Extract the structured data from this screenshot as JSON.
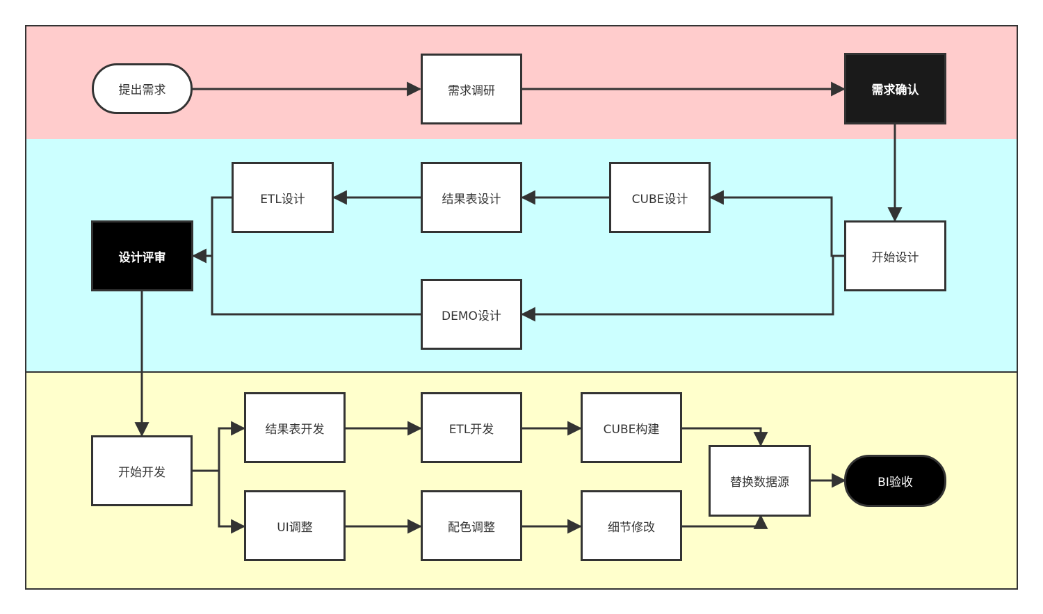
{
  "lanes": [
    {
      "id": "requirements",
      "color": "#ffcccc"
    },
    {
      "id": "design",
      "color": "#ccffff"
    },
    {
      "id": "development",
      "color": "#ffffcc"
    }
  ],
  "nodes": {
    "propose": {
      "label": "提出需求",
      "shape": "terminator"
    },
    "research": {
      "label": "需求调研",
      "shape": "process"
    },
    "confirm": {
      "label": "需求确认",
      "shape": "process-dark"
    },
    "start_design": {
      "label": "开始设计",
      "shape": "process"
    },
    "cube_design": {
      "label": "CUBE设计",
      "shape": "process"
    },
    "result_table_design": {
      "label": "结果表设计",
      "shape": "process"
    },
    "etl_design": {
      "label": "ETL设计",
      "shape": "process"
    },
    "demo_design": {
      "label": "DEMO设计",
      "shape": "process"
    },
    "design_review": {
      "label": "设计评审",
      "shape": "process-dark"
    },
    "start_dev": {
      "label": "开始开发",
      "shape": "process"
    },
    "result_table_dev": {
      "label": "结果表开发",
      "shape": "process"
    },
    "etl_dev": {
      "label": "ETL开发",
      "shape": "process"
    },
    "cube_build": {
      "label": "CUBE构建",
      "shape": "process"
    },
    "ui_adjust": {
      "label": "UI调整",
      "shape": "process"
    },
    "color_adjust": {
      "label": "配色调整",
      "shape": "process"
    },
    "detail_fix": {
      "label": "细节修改",
      "shape": "process"
    },
    "replace_datasource": {
      "label": "替换数据源",
      "shape": "process"
    },
    "bi_acceptance": {
      "label": "BI验收",
      "shape": "terminator-dark"
    }
  },
  "edges": [
    {
      "from": "propose",
      "to": "research"
    },
    {
      "from": "research",
      "to": "confirm"
    },
    {
      "from": "confirm",
      "to": "start_design"
    },
    {
      "from": "start_design",
      "to": "cube_design"
    },
    {
      "from": "start_design",
      "to": "demo_design"
    },
    {
      "from": "cube_design",
      "to": "result_table_design"
    },
    {
      "from": "result_table_design",
      "to": "etl_design"
    },
    {
      "from": "etl_design",
      "to": "design_review"
    },
    {
      "from": "demo_design",
      "to": "design_review"
    },
    {
      "from": "design_review",
      "to": "start_dev"
    },
    {
      "from": "start_dev",
      "to": "result_table_dev"
    },
    {
      "from": "start_dev",
      "to": "ui_adjust"
    },
    {
      "from": "result_table_dev",
      "to": "etl_dev"
    },
    {
      "from": "etl_dev",
      "to": "cube_build"
    },
    {
      "from": "ui_adjust",
      "to": "color_adjust"
    },
    {
      "from": "color_adjust",
      "to": "detail_fix"
    },
    {
      "from": "cube_build",
      "to": "replace_datasource"
    },
    {
      "from": "detail_fix",
      "to": "replace_datasource"
    },
    {
      "from": "replace_datasource",
      "to": "bi_acceptance"
    }
  ]
}
